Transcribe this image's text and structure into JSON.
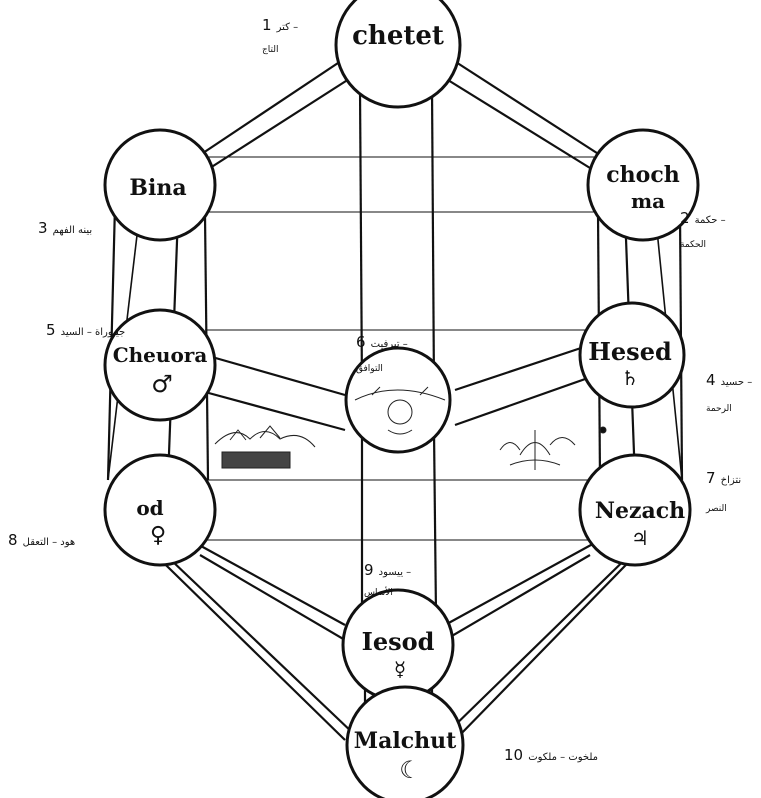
{
  "nodes": [
    {
      "id": "keter",
      "label": "chetet",
      "symbol": ""
    },
    {
      "id": "chochma",
      "label": "choch\nma",
      "symbol": ""
    },
    {
      "id": "bina",
      "label": "Bina",
      "symbol": ""
    },
    {
      "id": "hesed",
      "label": "Hesed",
      "symbol": "♄"
    },
    {
      "id": "gevura",
      "label": "Cheuora",
      "symbol": "♂"
    },
    {
      "id": "tiferet",
      "label": "",
      "symbol": ""
    },
    {
      "id": "nezach",
      "label": "Nezach",
      "symbol": "♃"
    },
    {
      "id": "hod",
      "label": "od",
      "symbol": "♀"
    },
    {
      "id": "yesod",
      "label": "Iesod",
      "symbol": "☿"
    },
    {
      "id": "malchut",
      "label": "Malchut",
      "symbol": "☾"
    }
  ],
  "annotations": {
    "a1": {
      "num": "1",
      "text": "كتر –",
      "sub": "التاج"
    },
    "a2": {
      "num": "2",
      "text": "حكمة –",
      "sub": "الحكمة"
    },
    "a3": {
      "num": "3",
      "text": "بينه الفهم"
    },
    "a4": {
      "num": "4",
      "text": "حسيد –",
      "sub": "الرحمة"
    },
    "a5": {
      "num": "5",
      "text": "جيبوراة – السيد"
    },
    "a6": {
      "num": "6",
      "text": "تيرفيت –",
      "sub": "التوافق"
    },
    "a7": {
      "num": "7",
      "text": "نتزاخ",
      "sub": "النصر"
    },
    "a8": {
      "num": "8",
      "text": "هود – التعقل"
    },
    "a9": {
      "num": "9",
      "text": "ييسود –",
      "sub": "الأساس"
    },
    "a10": {
      "num": "10",
      "text": "ملخوت – ملكوت"
    }
  }
}
